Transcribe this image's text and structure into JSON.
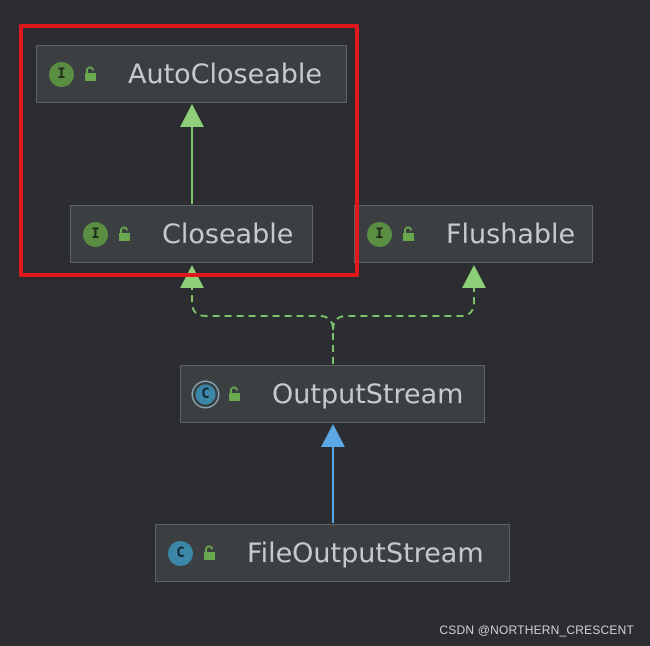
{
  "nodes": {
    "autocloseable": {
      "label": "AutoCloseable",
      "badge": "I",
      "kind": "interface"
    },
    "closeable": {
      "label": "Closeable",
      "badge": "I",
      "kind": "interface"
    },
    "flushable": {
      "label": "Flushable",
      "badge": "I",
      "kind": "interface"
    },
    "outputstream": {
      "label": "OutputStream",
      "badge": "C",
      "kind": "abstract-class"
    },
    "fileoutputstream": {
      "label": "FileOutputStream",
      "badge": "C",
      "kind": "class"
    }
  },
  "edges": [
    {
      "from": "closeable",
      "to": "autocloseable",
      "relation": "extends",
      "style": "solid",
      "color": "#7fc46c"
    },
    {
      "from": "outputstream",
      "to": "closeable",
      "relation": "implements",
      "style": "dashed",
      "color": "#7fc46c"
    },
    {
      "from": "outputstream",
      "to": "flushable",
      "relation": "implements",
      "style": "dashed",
      "color": "#7fc46c"
    },
    {
      "from": "fileoutputstream",
      "to": "outputstream",
      "relation": "extends",
      "style": "solid",
      "color": "#5aa9e6"
    }
  ],
  "colors": {
    "background": "#2b2d30",
    "interface_badge": "#5a8e42",
    "class_badge": "#3b87a8",
    "highlight_box": "#e1181e",
    "lock_icon": "#6aa84f"
  },
  "watermark": "CSDN @NORTHERN_CRESCENT"
}
